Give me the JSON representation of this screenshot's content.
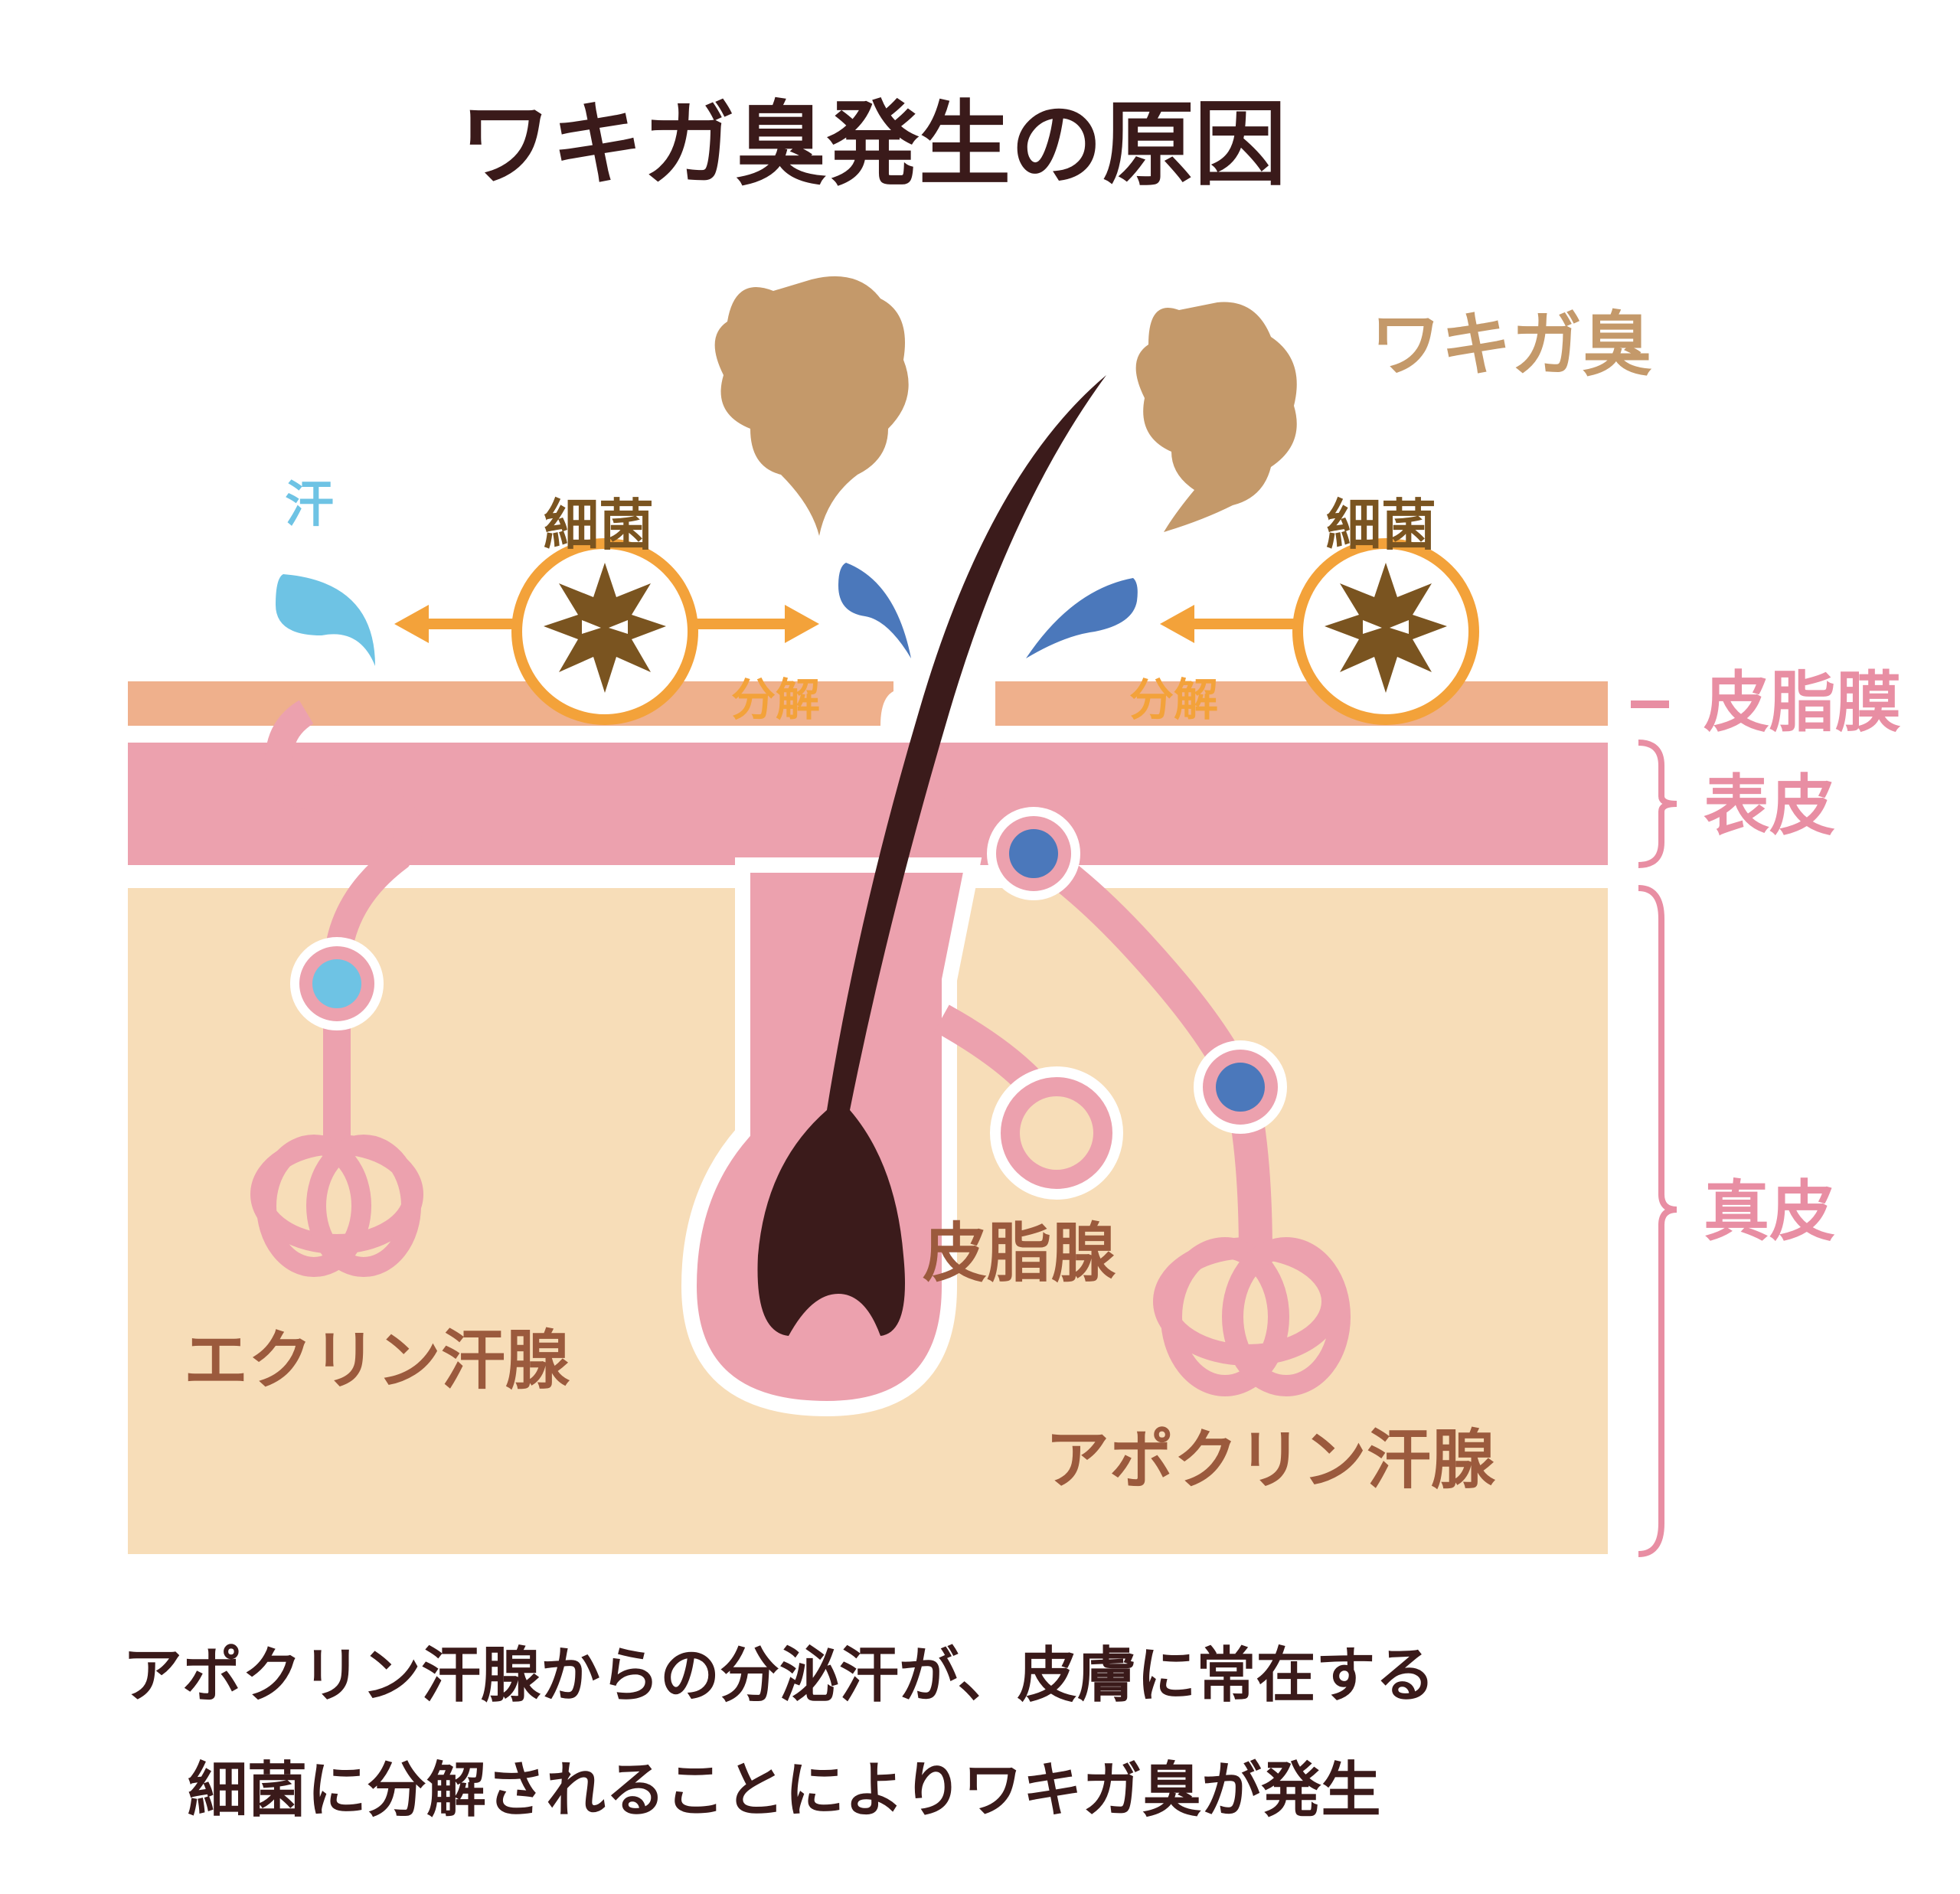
{
  "title": "ワキガ臭発生の原因",
  "labels": {
    "smell": "ワキガ臭",
    "sweat": "汗",
    "bacteria_left": "細菌",
    "bacteria_right": "細菌",
    "decompose_left": "分解",
    "decompose_right": "分解",
    "sebum_film": "皮脂膜",
    "epidermis": "表皮",
    "dermis": "真皮",
    "sebaceous_gland": "皮脂腺",
    "eccrine_gland": "エクリン汗腺",
    "apocrine_gland": "アポクリン汗腺"
  },
  "caption": {
    "line1": "アポクリン汗腺からの分泌汗が、皮膚に常在する",
    "line2": "細菌に分解されることによりワキガ臭が発生"
  },
  "colors": {
    "title": "#3a1a1a",
    "smell": "#c4996a",
    "sweat": "#6ec3e4",
    "sweat_apocrine": "#4b78bb",
    "bacteria_circle": "#f3a23a",
    "bacteria_body": "#7a5420",
    "sebum_film": "#efb08c",
    "epidermis": "#eca1ae",
    "dermis": "#f7ddb8",
    "duct": "#eca1ae",
    "hair": "#3b1b1b",
    "layer_label": "#e88ea3",
    "gland_label": "#9b5a3d"
  }
}
